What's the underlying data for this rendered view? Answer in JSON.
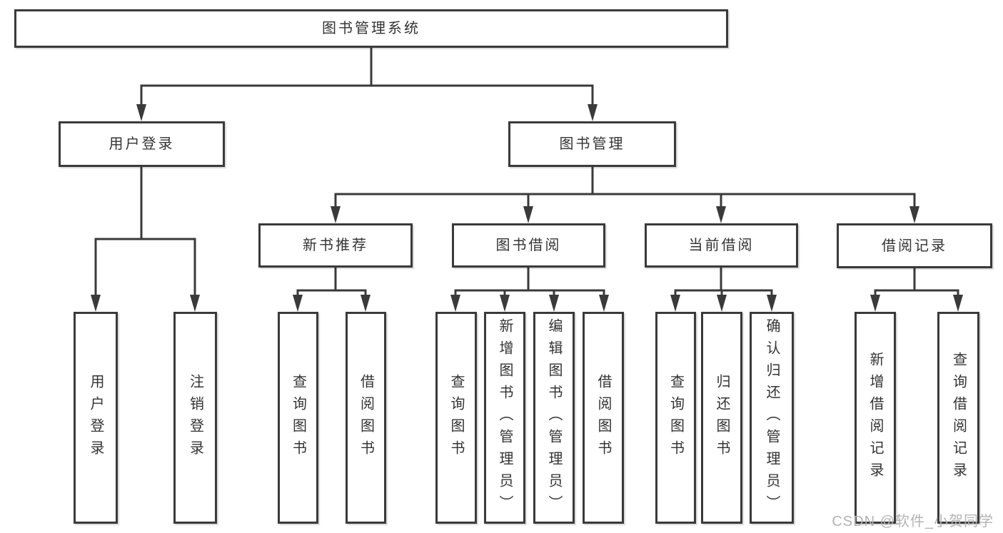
{
  "diagram": {
    "type": "hierarchy-tree",
    "tree": {
      "label": "图书管理系统",
      "children": [
        {
          "label": "用户登录",
          "children": [
            {
              "label": "用户登录"
            },
            {
              "label": "注销登录"
            }
          ]
        },
        {
          "label": "图书管理",
          "children": [
            {
              "label": "新书推荐",
              "children": [
                {
                  "label": "查询图书"
                },
                {
                  "label": "借阅图书"
                }
              ]
            },
            {
              "label": "图书借阅",
              "children": [
                {
                  "label": "查询图书"
                },
                {
                  "label": "新增图书（管理员）"
                },
                {
                  "label": "编辑图书（管理员）"
                },
                {
                  "label": "借阅图书"
                }
              ]
            },
            {
              "label": "当前借阅",
              "children": [
                {
                  "label": "查询图书"
                },
                {
                  "label": "归还图书"
                },
                {
                  "label": "确认归还（管理员）"
                }
              ]
            },
            {
              "label": "借阅记录",
              "children": [
                {
                  "label": "新增借阅记录"
                },
                {
                  "label": "查询借阅记录"
                }
              ]
            }
          ]
        }
      ]
    }
  },
  "watermark": "CSDN @软件_小贺同学",
  "colors": {
    "line": "#3a3a3a",
    "node_border": "#3a3a3a",
    "node_background": "#ffffff",
    "node_text": "#333333",
    "watermark_text": "#b3b3b3",
    "page_background": "#ffffff"
  }
}
